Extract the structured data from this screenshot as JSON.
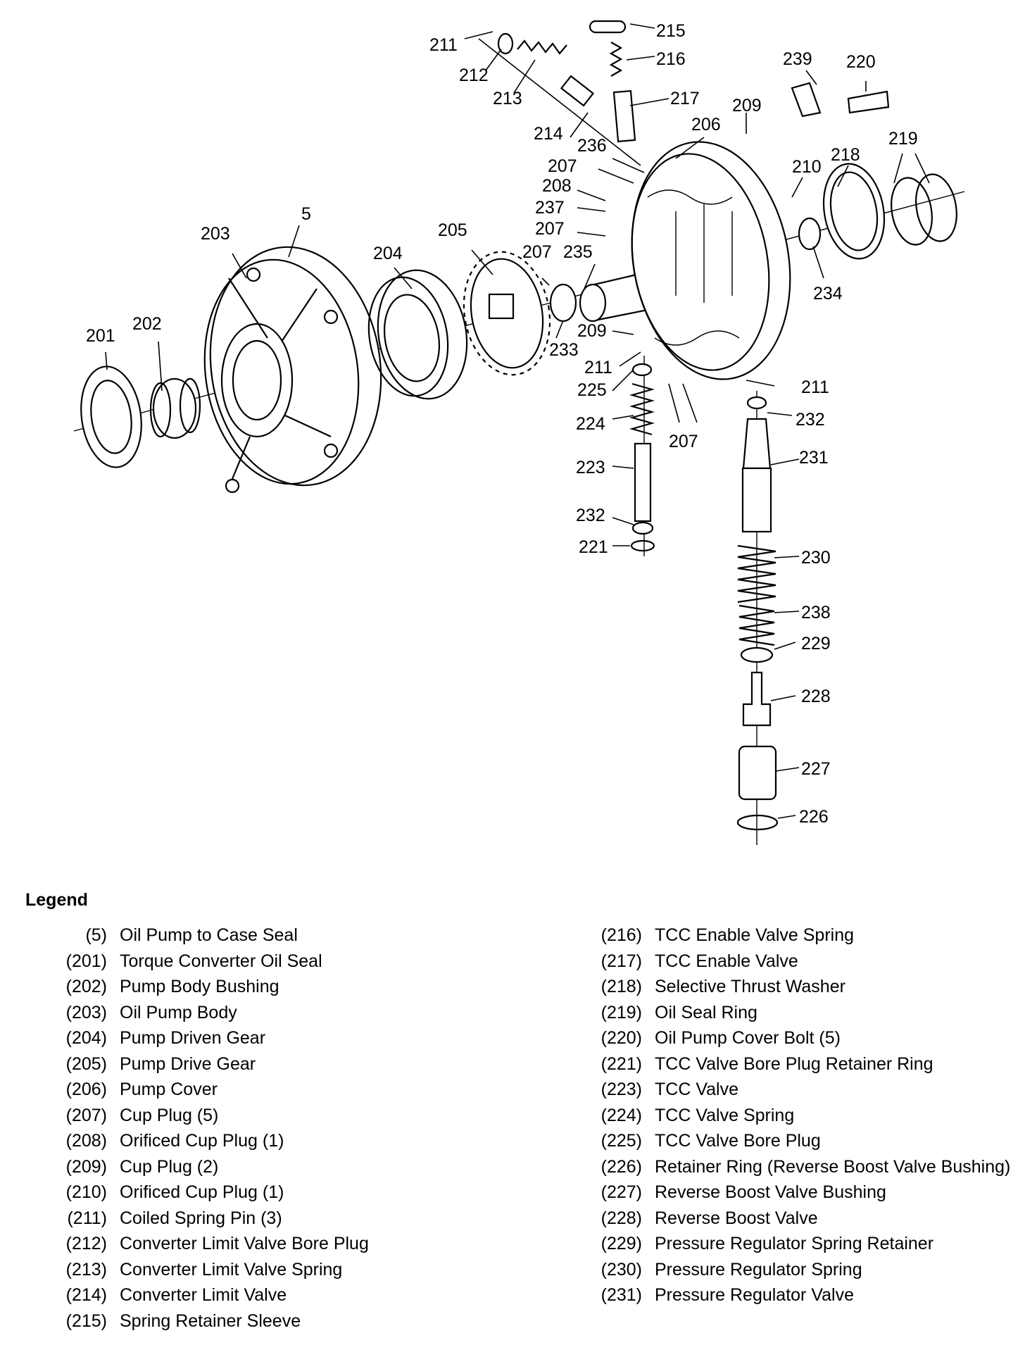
{
  "diagram": {
    "callouts": [
      "211",
      "212",
      "213",
      "214",
      "215",
      "216",
      "217",
      "239",
      "220",
      "209",
      "206",
      "236",
      "207",
      "208",
      "237",
      "207",
      "219",
      "218",
      "210",
      "203",
      "5",
      "204",
      "205",
      "207",
      "235",
      "234",
      "201",
      "202",
      "209",
      "233",
      "211",
      "225",
      "211",
      "232",
      "224",
      "207",
      "231",
      "223",
      "232",
      "221",
      "230",
      "238",
      "229",
      "228",
      "227",
      "226"
    ]
  },
  "legend": {
    "title": "Legend",
    "left": [
      {
        "num": "(5)",
        "text": "Oil Pump to Case Seal"
      },
      {
        "num": "(201)",
        "text": "Torque Converter Oil Seal"
      },
      {
        "num": "(202)",
        "text": "Pump Body Bushing"
      },
      {
        "num": "(203)",
        "text": "Oil Pump Body"
      },
      {
        "num": "(204)",
        "text": "Pump Driven Gear"
      },
      {
        "num": "(205)",
        "text": "Pump Drive Gear"
      },
      {
        "num": "(206)",
        "text": "Pump Cover"
      },
      {
        "num": "(207)",
        "text": "Cup Plug (5)"
      },
      {
        "num": "(208)",
        "text": "Orificed Cup Plug (1)"
      },
      {
        "num": "(209)",
        "text": "Cup Plug (2)"
      },
      {
        "num": "(210)",
        "text": "Orificed Cup Plug (1)"
      },
      {
        "num": "(211)",
        "text": "Coiled Spring Pin (3)"
      },
      {
        "num": "(212)",
        "text": "Converter Limit Valve Bore Plug"
      },
      {
        "num": "(213)",
        "text": "Converter Limit Valve Spring"
      },
      {
        "num": "(214)",
        "text": "Converter Limit Valve"
      },
      {
        "num": "(215)",
        "text": "Spring Retainer Sleeve"
      }
    ],
    "right": [
      {
        "num": "(216)",
        "text": "TCC Enable Valve Spring"
      },
      {
        "num": "(217)",
        "text": "TCC Enable Valve"
      },
      {
        "num": "(218)",
        "text": "Selective Thrust Washer"
      },
      {
        "num": "(219)",
        "text": "Oil Seal Ring"
      },
      {
        "num": "(220)",
        "text": "Oil Pump Cover Bolt (5)"
      },
      {
        "num": "(221)",
        "text": "TCC Valve Bore Plug Retainer Ring"
      },
      {
        "num": "(223)",
        "text": "TCC Valve"
      },
      {
        "num": "(224)",
        "text": "TCC Valve Spring"
      },
      {
        "num": "(225)",
        "text": "TCC Valve Bore Plug"
      },
      {
        "num": "(226)",
        "text": "Retainer Ring (Reverse Boost Valve Bushing)"
      },
      {
        "num": "(227)",
        "text": "Reverse Boost Valve Bushing"
      },
      {
        "num": "(228)",
        "text": "Reverse Boost Valve"
      },
      {
        "num": "(229)",
        "text": "Pressure Regulator Spring Retainer"
      },
      {
        "num": "(230)",
        "text": "Pressure Regulator Spring"
      },
      {
        "num": "(231)",
        "text": "Pressure Regulator Valve"
      }
    ]
  }
}
